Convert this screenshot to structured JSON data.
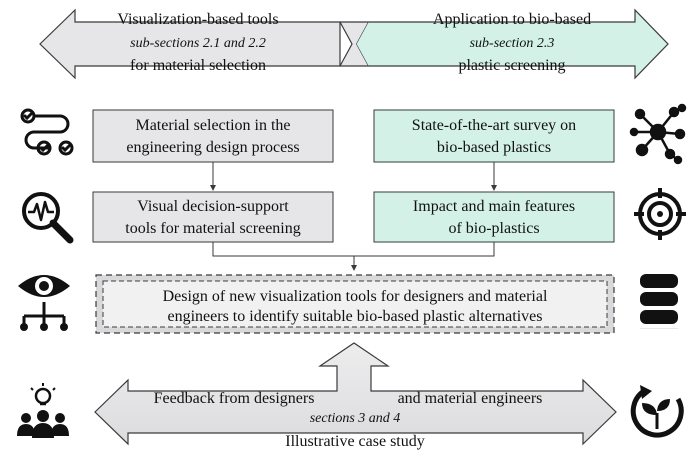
{
  "header": {
    "left": {
      "line1": "Visualization-based tools",
      "line2": "sub-sections 2.1 and 2.2",
      "line3": "for material selection"
    },
    "right": {
      "line1": "Application to bio-based",
      "line2": "sub-section 2.3",
      "line3": "plastic screening"
    }
  },
  "boxes": {
    "material_selection": {
      "line1": "Material selection in the",
      "line2": "engineering design process"
    },
    "state_of_art": {
      "line1": "State-of-the-art survey on",
      "line2": "bio-based plastics"
    },
    "visual_tools": {
      "line1": "Visual decision-support",
      "line2": "tools for material screening"
    },
    "impact_features": {
      "line1": "Impact and main features",
      "line2": "of bio-plastics"
    },
    "new_tools": {
      "line1": "Design of new visualization tools for designers and material",
      "line2": "engineers to identify suitable bio-based plastic alternatives"
    }
  },
  "footer": {
    "feedback_left": "Feedback from designers",
    "feedback_right": "and material engineers",
    "sections": "sections 3 and 4",
    "case_study": "Illustrative case study"
  },
  "icons": {
    "left": [
      "workflow-path-icon",
      "magnifier-pulse-icon",
      "eye-network-icon",
      "team-idea-icon"
    ],
    "right": [
      "molecule-network-icon",
      "target-icon",
      "database-icon",
      "recycle-plant-icon"
    ]
  },
  "colors": {
    "gray_fill": "#e6e6e8",
    "green_fill": "#d3f1e6",
    "stroke": "#3a3a3a"
  }
}
